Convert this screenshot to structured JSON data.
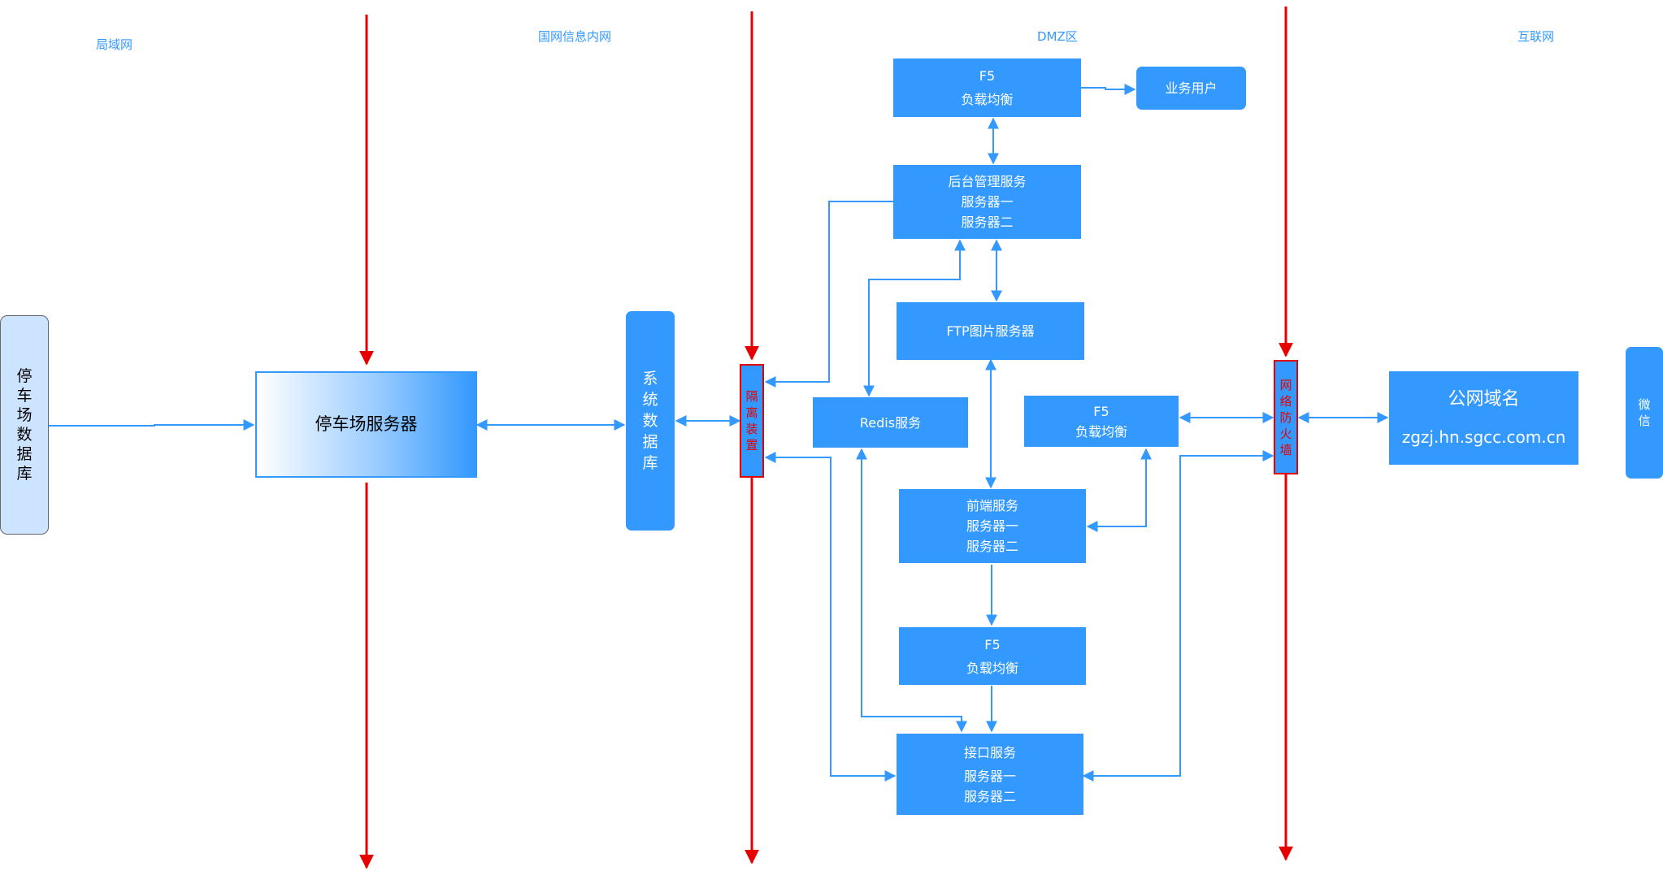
{
  "zones": {
    "lan": "局域网",
    "intranet": "国网信息内网",
    "dmz": "DMZ区",
    "internet": "互联网"
  },
  "nodes": {
    "parking_db": [
      "停",
      "车",
      "场",
      "数",
      "据",
      "库"
    ],
    "parking_server": "停车场服务器",
    "system_db": [
      "系",
      "统",
      "数",
      "据",
      "库"
    ],
    "isolation_device": [
      "隔",
      "离",
      "装",
      "置"
    ],
    "f5_top": {
      "line1": "F5",
      "line2": "负载均衡"
    },
    "business_user": "业务用户",
    "backend_service": {
      "line1": "后台管理服务",
      "line2": "服务器一",
      "line3": "服务器二"
    },
    "ftp_server": "FTP图片服务器",
    "redis": "Redis服务",
    "f5_mid": {
      "line1": "F5",
      "line2": "负载均衡"
    },
    "frontend_service": {
      "line1": "前端服务",
      "line2": "服务器一",
      "line3": "服务器二"
    },
    "f5_low": {
      "line1": "F5",
      "line2": "负载均衡"
    },
    "api_service": {
      "line1": "接口服务",
      "line2": "服务器一",
      "line3": "服务器二"
    },
    "firewall": [
      "网",
      "络",
      "防",
      "火",
      "墙"
    ],
    "public_domain": {
      "line1": "公网域名",
      "line2": "zgzj.hn.sgcc.com.cn"
    },
    "wechat": [
      "微",
      "信"
    ]
  },
  "colors": {
    "primary": "#3399ff",
    "connector": "#3399ff",
    "boundary": "#e60000",
    "db_light": "#cce4ff"
  }
}
